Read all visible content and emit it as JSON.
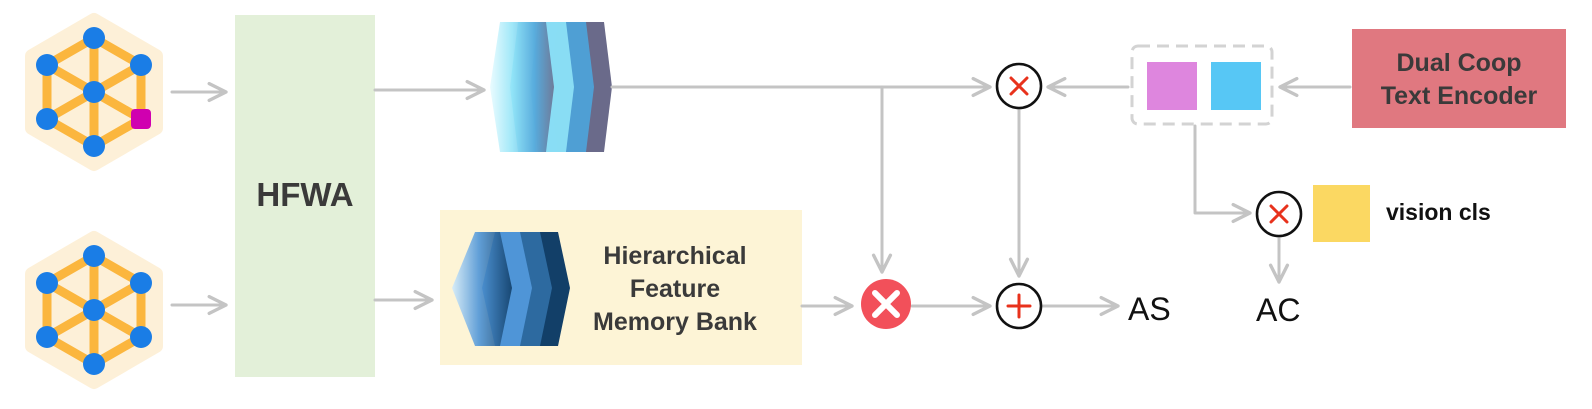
{
  "blocks": {
    "hfwa": "HFWA",
    "memory_bank": [
      "Hierarchical",
      "Feature",
      "Memory Bank"
    ],
    "text_encoder": [
      "Dual Coop",
      "Text Encoder"
    ],
    "vision_cls": "vision cls"
  },
  "outputs": {
    "as": "AS",
    "ac": "AC"
  },
  "colors": {
    "arrow": "#c4c4c4",
    "hfwa_bg": "#e3f0d9",
    "memory_bg": "#fdf4d6",
    "encoder_bg": "#e07880",
    "prompt_pink": "#de86de",
    "prompt_blue": "#57c7f5",
    "vision_yellow": "#fbd862",
    "graph_node": "#1a7de6",
    "graph_edge": "#fbb63e",
    "graph_glow": "#fdf0d8",
    "graph_special_node": "#d000b0",
    "op_symbol": "#e8321c",
    "op_filled": "#f2505a"
  },
  "icons": [
    "graph-icon",
    "feature-stack-icon",
    "multiply-operator-icon",
    "add-operator-icon",
    "filled-multiply-operator-icon"
  ]
}
